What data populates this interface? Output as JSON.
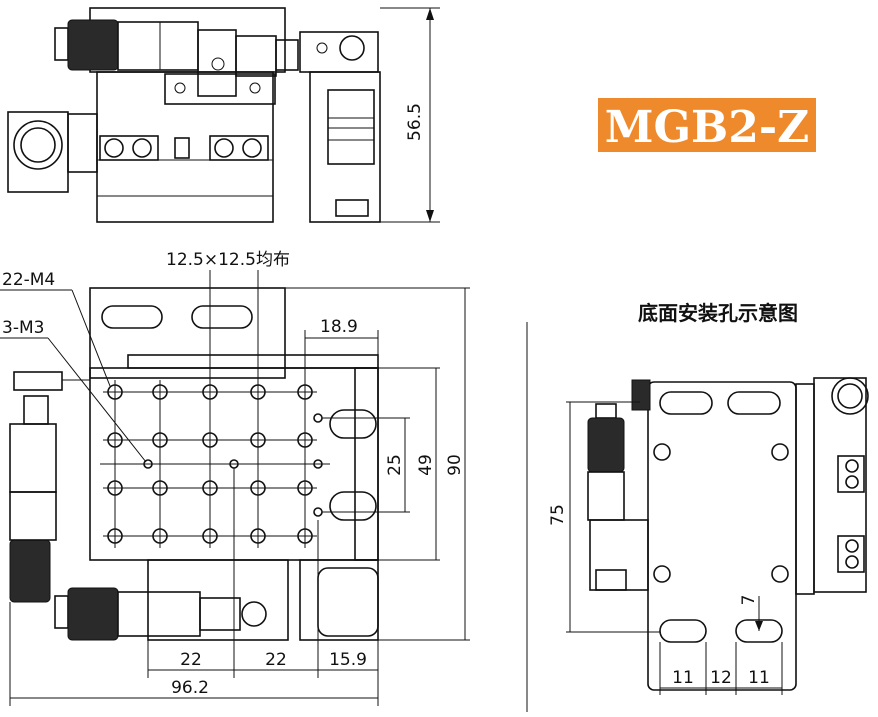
{
  "badge": {
    "title": "MGB2-Z",
    "color": "#ef8a2c"
  },
  "labels": {
    "side_height": "56.5",
    "hole_pitch": "12.5×12.5均布",
    "m4_holes": "22-M4",
    "m3_holes": "3-M3",
    "dim_top_right": "18.9",
    "dim_25": "25",
    "dim_49": "49",
    "dim_90": "90",
    "dim_22a": "22",
    "dim_22b": "22",
    "dim_15_9": "15.9",
    "dim_96_2": "96.2",
    "bottom_title": "底面安装孔示意图",
    "dim_75": "75",
    "dim_7": "7",
    "dim_11a": "11",
    "dim_12": "12",
    "dim_11b": "11"
  }
}
